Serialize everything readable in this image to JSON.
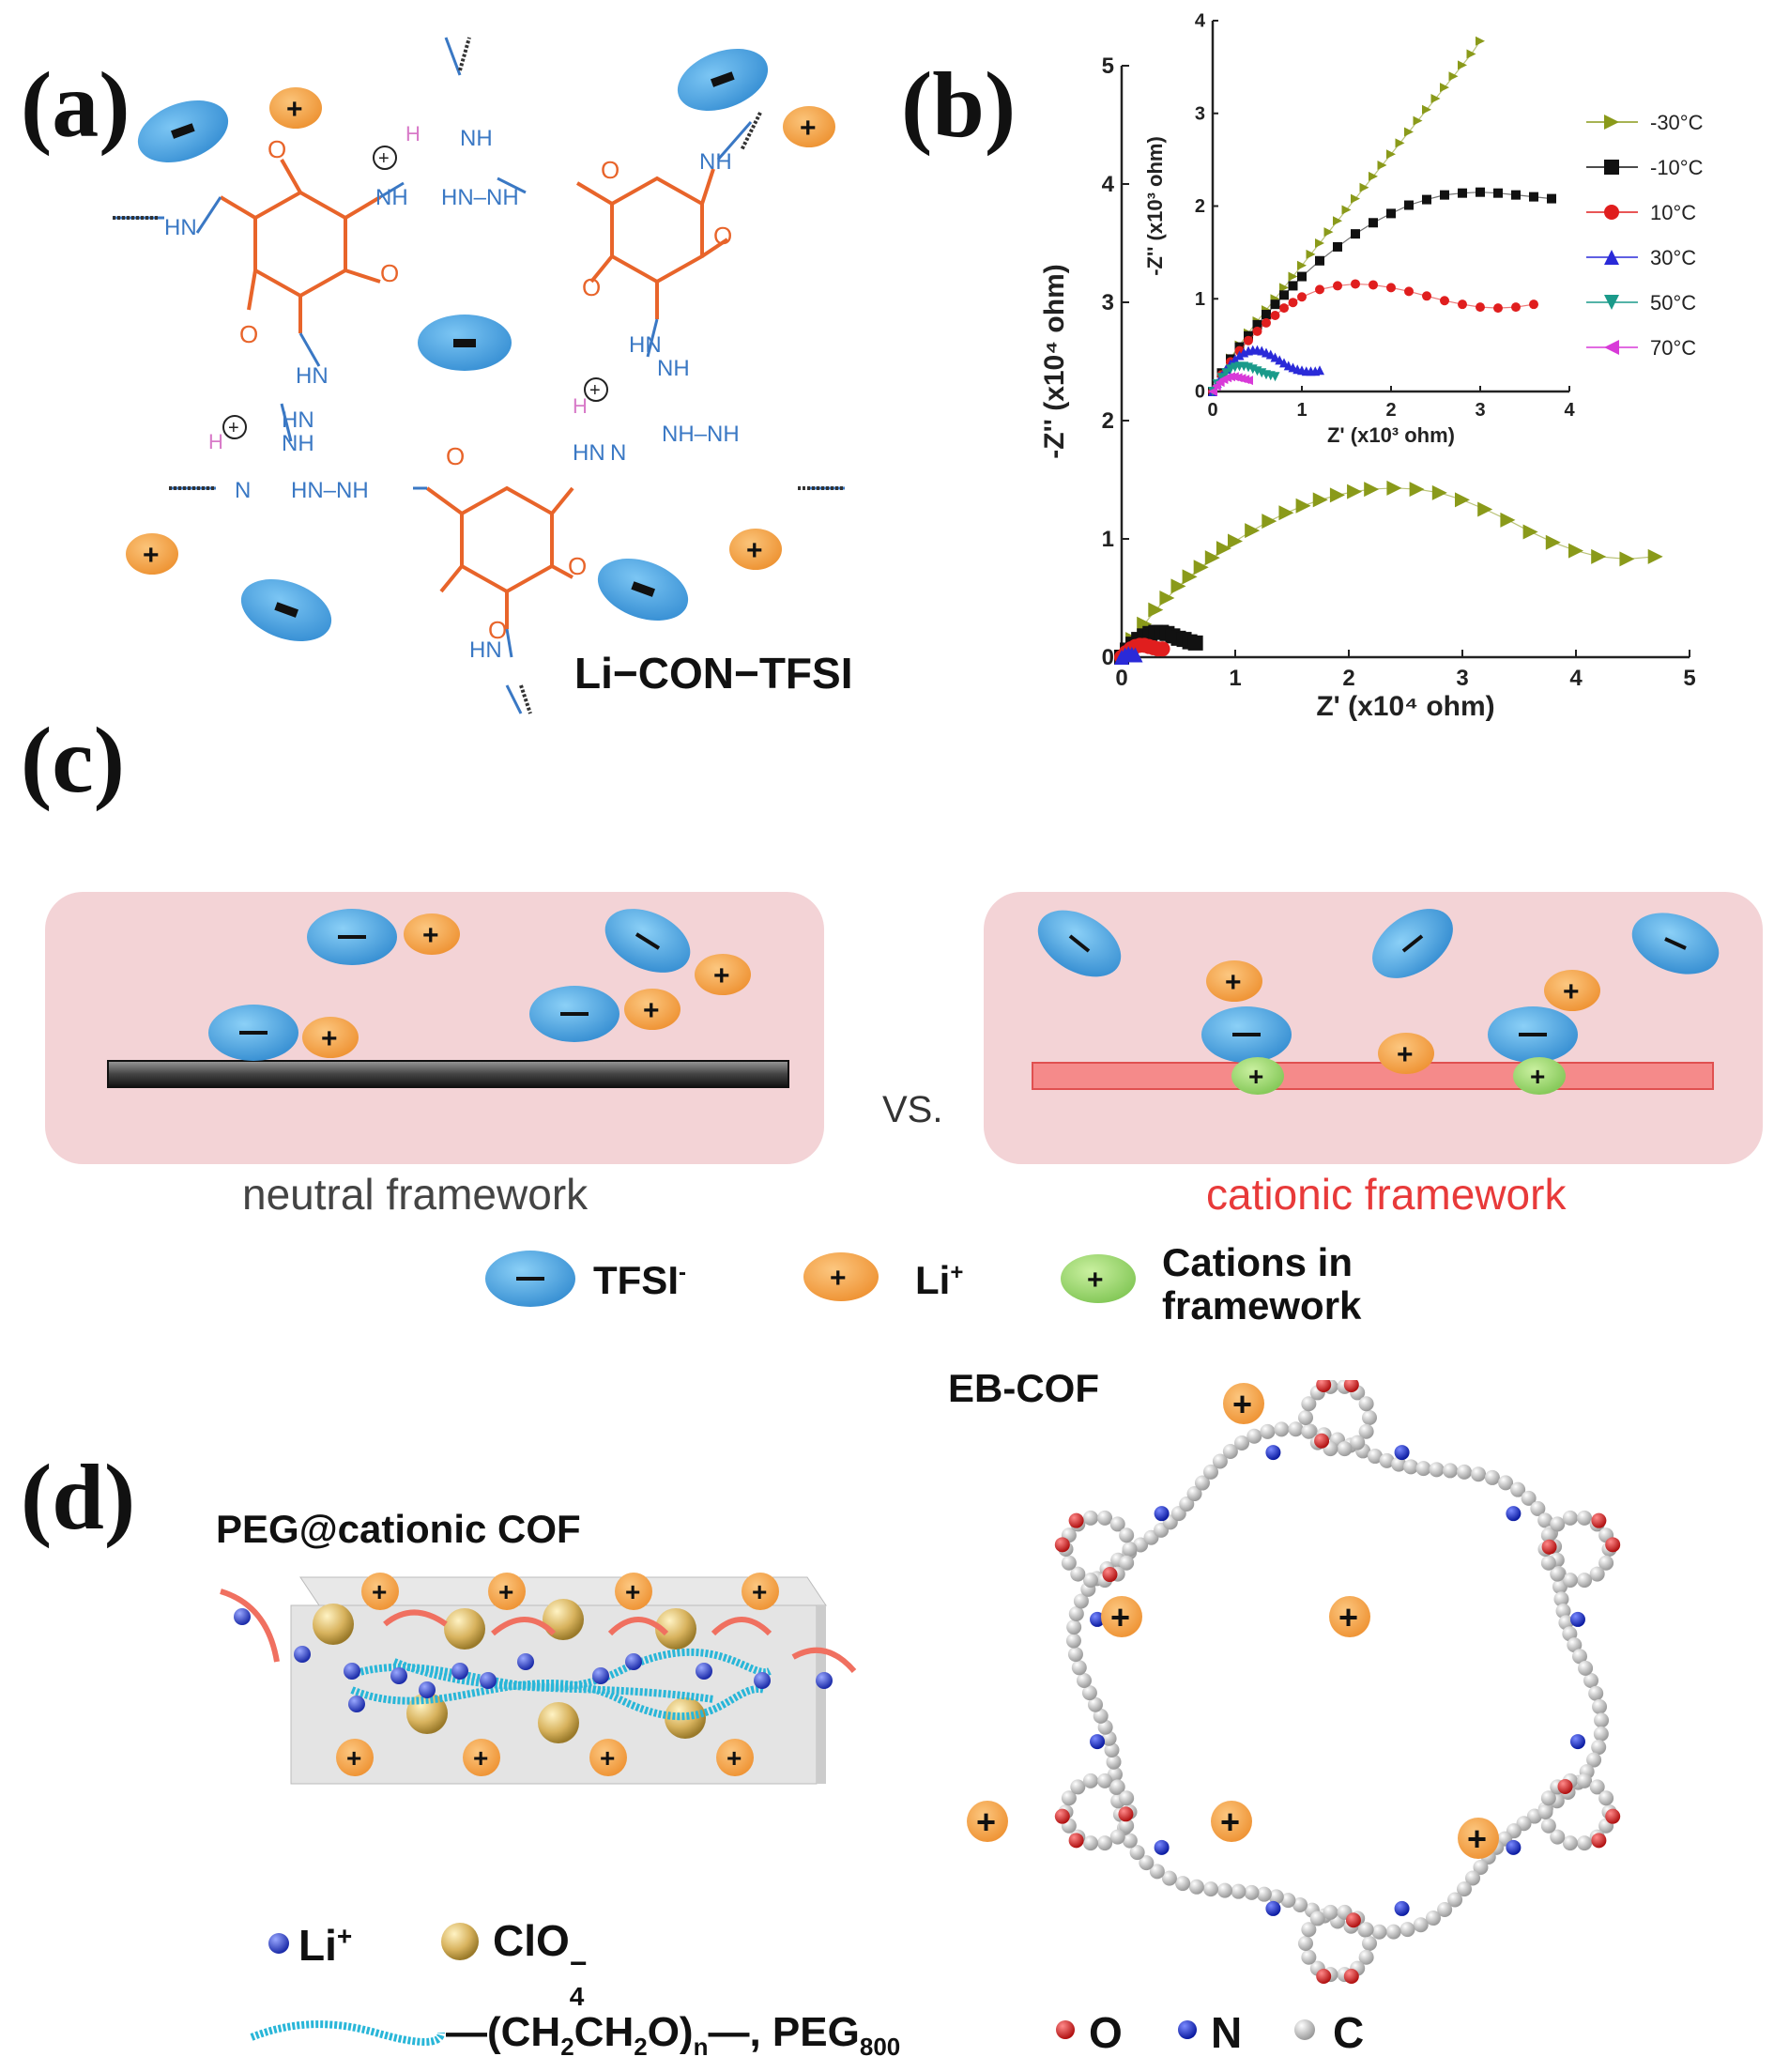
{
  "panels": {
    "a": {
      "label": "(a)",
      "compound": "Li−CON−TFSI"
    },
    "b": {
      "label": "(b)"
    },
    "c": {
      "label": "(c)",
      "neutral_caption": "neutral framework",
      "cationic_caption": "cationic framework",
      "vs": "VS.",
      "legend": {
        "tfsi": "TFSI",
        "tfsi_sup": "-",
        "li": "Li",
        "li_sup": "+",
        "cations_line1": "Cations in",
        "cations_line2": "framework"
      }
    },
    "d": {
      "label": "(d)",
      "peg_title": "PEG@cationic COF",
      "eb_title": "EB-COF",
      "legend": {
        "li": "Li",
        "li_sup": "+",
        "clo": "ClO",
        "clo_sub": "4",
        "clo_sup": "−",
        "peg_a": "—(CH",
        "peg_b": "2",
        "peg_c": "CH",
        "peg_d": "2",
        "peg_e": "O)",
        "peg_f": "n",
        "peg_g": "—, PEG",
        "peg_h": "800",
        "o": "O",
        "n": "N",
        "c": "C"
      }
    }
  },
  "colors": {
    "framework_orange": "#e8642a",
    "framework_blue": "#3a78c4",
    "tfsi_blue": "#4aa7e6",
    "li_orange": "#f3a14a",
    "cation_green": "#9ed86a",
    "pink_bg": "#f3d3d6",
    "cationic_red": "#e83a3a"
  },
  "chart_data": [
    {
      "type": "line",
      "panel": "b-main",
      "xlabel": "Z' (x10⁴ ohm)",
      "ylabel": "-Z'' (x10⁴ ohm)",
      "xlim": [
        0,
        5
      ],
      "ylim": [
        0,
        5
      ],
      "xticks": [
        "0",
        "1",
        "2",
        "3",
        "4",
        "5"
      ],
      "yticks": [
        "0",
        "1",
        "2",
        "3",
        "4",
        "5"
      ],
      "series": [
        {
          "name": "-30°C",
          "marker": "triangle-right",
          "color": "#8a9a1a",
          "x": [
            0.0,
            0.1,
            0.2,
            0.3,
            0.4,
            0.5,
            0.6,
            0.7,
            0.8,
            0.9,
            1.0,
            1.15,
            1.3,
            1.45,
            1.6,
            1.75,
            1.9,
            2.05,
            2.2,
            2.4,
            2.6,
            2.8,
            3.0,
            3.2,
            3.4,
            3.6,
            3.8,
            4.0,
            4.2,
            4.45,
            4.7
          ],
          "y": [
            0.0,
            0.15,
            0.28,
            0.4,
            0.5,
            0.6,
            0.68,
            0.76,
            0.84,
            0.92,
            0.98,
            1.07,
            1.15,
            1.22,
            1.28,
            1.33,
            1.37,
            1.4,
            1.42,
            1.43,
            1.42,
            1.39,
            1.33,
            1.25,
            1.16,
            1.06,
            0.97,
            0.9,
            0.85,
            0.83,
            0.85
          ]
        },
        {
          "name": "-10°C",
          "marker": "square",
          "color": "#111111",
          "x": [
            0.0,
            0.05,
            0.1,
            0.15,
            0.2,
            0.25,
            0.3,
            0.35,
            0.4,
            0.45,
            0.5,
            0.55,
            0.6,
            0.65
          ],
          "y": [
            0.0,
            0.06,
            0.11,
            0.15,
            0.18,
            0.2,
            0.21,
            0.21,
            0.2,
            0.18,
            0.16,
            0.15,
            0.13,
            0.12
          ]
        },
        {
          "name": "10°C",
          "marker": "circle",
          "color": "#e01e1e",
          "x": [
            0.0,
            0.04,
            0.08,
            0.12,
            0.16,
            0.2,
            0.24,
            0.28,
            0.32,
            0.36
          ],
          "y": [
            0.0,
            0.04,
            0.07,
            0.09,
            0.1,
            0.1,
            0.09,
            0.08,
            0.07,
            0.07
          ]
        },
        {
          "name": "30°C",
          "marker": "triangle-up",
          "color": "#2a2ad8",
          "x": [
            0.0,
            0.03,
            0.06,
            0.09,
            0.12
          ],
          "y": [
            0.0,
            0.02,
            0.03,
            0.025,
            0.02
          ]
        }
      ]
    },
    {
      "type": "line",
      "panel": "b-inset",
      "xlabel": "Z' (x10³ ohm)",
      "ylabel": "-Z'' (x10³ ohm)",
      "xlim": [
        0,
        4
      ],
      "ylim": [
        0,
        4
      ],
      "xticks": [
        "0",
        "1",
        "2",
        "3",
        "4"
      ],
      "yticks": [
        "0",
        "1",
        "2",
        "3",
        "4"
      ],
      "legend_position": "right",
      "series": [
        {
          "name": "-30°C",
          "marker": "triangle-right",
          "color": "#8a9a1a",
          "x": [
            0.0,
            0.1,
            0.2,
            0.3,
            0.4,
            0.5,
            0.6,
            0.7,
            0.8,
            0.9,
            1.0,
            1.1,
            1.2,
            1.3,
            1.4,
            1.5,
            1.6,
            1.7,
            1.8,
            1.9,
            2.0,
            2.1,
            2.2,
            2.3,
            2.4,
            2.5,
            2.6,
            2.7,
            2.8,
            2.9,
            3.0
          ],
          "y": [
            0.0,
            0.2,
            0.36,
            0.5,
            0.63,
            0.76,
            0.88,
            1.0,
            1.12,
            1.24,
            1.36,
            1.48,
            1.6,
            1.72,
            1.84,
            1.96,
            2.08,
            2.2,
            2.32,
            2.44,
            2.56,
            2.68,
            2.8,
            2.92,
            3.04,
            3.16,
            3.28,
            3.4,
            3.52,
            3.64,
            3.78
          ]
        },
        {
          "name": "-10°C",
          "marker": "square",
          "color": "#111111",
          "x": [
            0.0,
            0.1,
            0.2,
            0.3,
            0.4,
            0.5,
            0.6,
            0.7,
            0.8,
            0.9,
            1.0,
            1.2,
            1.4,
            1.6,
            1.8,
            2.0,
            2.2,
            2.4,
            2.6,
            2.8,
            3.0,
            3.2,
            3.4,
            3.6,
            3.8
          ],
          "y": [
            0.0,
            0.2,
            0.35,
            0.48,
            0.6,
            0.72,
            0.83,
            0.94,
            1.04,
            1.14,
            1.24,
            1.41,
            1.56,
            1.7,
            1.82,
            1.92,
            2.01,
            2.07,
            2.12,
            2.14,
            2.15,
            2.14,
            2.12,
            2.1,
            2.08
          ]
        },
        {
          "name": "10°C",
          "marker": "circle",
          "color": "#e01e1e",
          "x": [
            0.0,
            0.1,
            0.2,
            0.3,
            0.4,
            0.5,
            0.6,
            0.7,
            0.8,
            0.9,
            1.0,
            1.2,
            1.4,
            1.6,
            1.8,
            2.0,
            2.2,
            2.4,
            2.6,
            2.8,
            3.0,
            3.2,
            3.4,
            3.6
          ],
          "y": [
            0.0,
            0.18,
            0.32,
            0.44,
            0.55,
            0.65,
            0.74,
            0.82,
            0.9,
            0.96,
            1.02,
            1.1,
            1.14,
            1.16,
            1.15,
            1.12,
            1.08,
            1.03,
            0.98,
            0.94,
            0.91,
            0.9,
            0.91,
            0.94
          ]
        },
        {
          "name": "30°C",
          "marker": "triangle-up",
          "color": "#2a2ad8",
          "x": [
            0.0,
            0.05,
            0.1,
            0.15,
            0.2,
            0.25,
            0.3,
            0.35,
            0.4,
            0.45,
            0.5,
            0.55,
            0.6,
            0.65,
            0.7,
            0.75,
            0.8,
            0.85,
            0.9,
            0.95,
            1.0,
            1.05,
            1.1,
            1.15,
            1.2
          ],
          "y": [
            0.0,
            0.09,
            0.17,
            0.24,
            0.3,
            0.35,
            0.39,
            0.42,
            0.44,
            0.45,
            0.45,
            0.44,
            0.42,
            0.4,
            0.37,
            0.34,
            0.31,
            0.28,
            0.26,
            0.24,
            0.23,
            0.22,
            0.22,
            0.22,
            0.23
          ]
        },
        {
          "name": "50°C",
          "marker": "triangle-down",
          "color": "#1a9a8a",
          "x": [
            0.0,
            0.05,
            0.1,
            0.15,
            0.2,
            0.25,
            0.3,
            0.35,
            0.4,
            0.45,
            0.5,
            0.55,
            0.6,
            0.65,
            0.7
          ],
          "y": [
            0.0,
            0.08,
            0.15,
            0.2,
            0.24,
            0.26,
            0.27,
            0.27,
            0.26,
            0.24,
            0.22,
            0.2,
            0.18,
            0.17,
            0.16
          ]
        },
        {
          "name": "70°C",
          "marker": "triangle-left",
          "color": "#d83ad8",
          "x": [
            0.0,
            0.04,
            0.08,
            0.12,
            0.16,
            0.2,
            0.24,
            0.28,
            0.32,
            0.36,
            0.4
          ],
          "y": [
            0.0,
            0.06,
            0.1,
            0.13,
            0.15,
            0.16,
            0.16,
            0.15,
            0.14,
            0.13,
            0.12
          ]
        }
      ]
    }
  ]
}
